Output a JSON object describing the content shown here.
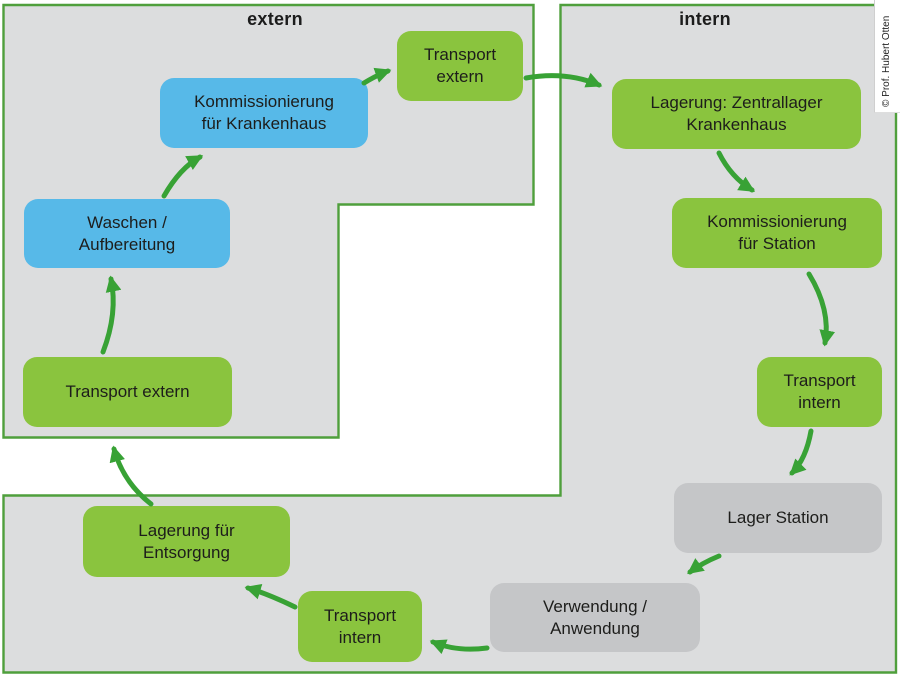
{
  "figure": {
    "type": "flow-diagram",
    "topic": "Ver- und Entsorgungskreislauf Krankenhauswäsche"
  },
  "regions": {
    "extern": {
      "label": "extern"
    },
    "intern": {
      "label": "intern"
    }
  },
  "credit": {
    "text": "© Prof. Hubert Otten"
  },
  "colors": {
    "panel_background": "#dcddde",
    "panel_border": "#4f9f3c",
    "node_green": "#8ac43e",
    "node_blue": "#57b9e8",
    "node_gray": "#c5c6c8",
    "arrow": "#38a235",
    "text": "#1d1d1b",
    "page_background": "#ffffff"
  },
  "nodes": [
    {
      "id": "transport-extern-oben",
      "label": "Transport\nextern",
      "color": "green",
      "region": "extern"
    },
    {
      "id": "kommissionierung-krankenhaus",
      "label": "Kommissionierung\nfür Krankenhaus",
      "color": "blue",
      "region": "extern"
    },
    {
      "id": "waschen-aufbereitung",
      "label": "Waschen /\nAufbereitung",
      "color": "blue",
      "region": "extern"
    },
    {
      "id": "transport-extern-links",
      "label": "Transport extern",
      "color": "green",
      "region": "extern"
    },
    {
      "id": "lagerung-entsorgung",
      "label": "Lagerung für\nEntsorgung",
      "color": "green",
      "region": "intern"
    },
    {
      "id": "transport-intern-unten",
      "label": "Transport\nintern",
      "color": "green",
      "region": "intern"
    },
    {
      "id": "verwendung-anwendung",
      "label": "Verwendung /\nAnwendung",
      "color": "gray",
      "region": "intern"
    },
    {
      "id": "lager-station",
      "label": "Lager Station",
      "color": "gray",
      "region": "intern"
    },
    {
      "id": "transport-intern-rechts",
      "label": "Transport\nintern",
      "color": "green",
      "region": "intern"
    },
    {
      "id": "kommissionierung-station",
      "label": "Kommissionierung\nfür Station",
      "color": "green",
      "region": "intern"
    },
    {
      "id": "lagerung-zentrallager",
      "label": "Lagerung: Zentrallager\nKrankenhaus",
      "color": "green",
      "region": "intern"
    }
  ],
  "edges": [
    {
      "from": "waschen-aufbereitung",
      "to": "kommissionierung-krankenhaus"
    },
    {
      "from": "kommissionierung-krankenhaus",
      "to": "transport-extern-oben"
    },
    {
      "from": "transport-extern-oben",
      "to": "lagerung-zentrallager"
    },
    {
      "from": "lagerung-zentrallager",
      "to": "kommissionierung-station"
    },
    {
      "from": "kommissionierung-station",
      "to": "transport-intern-rechts"
    },
    {
      "from": "transport-intern-rechts",
      "to": "lager-station"
    },
    {
      "from": "lager-station",
      "to": "verwendung-anwendung"
    },
    {
      "from": "verwendung-anwendung",
      "to": "transport-intern-unten"
    },
    {
      "from": "transport-intern-unten",
      "to": "lagerung-entsorgung"
    },
    {
      "from": "lagerung-entsorgung",
      "to": "transport-extern-links"
    },
    {
      "from": "transport-extern-links",
      "to": "waschen-aufbereitung"
    }
  ]
}
